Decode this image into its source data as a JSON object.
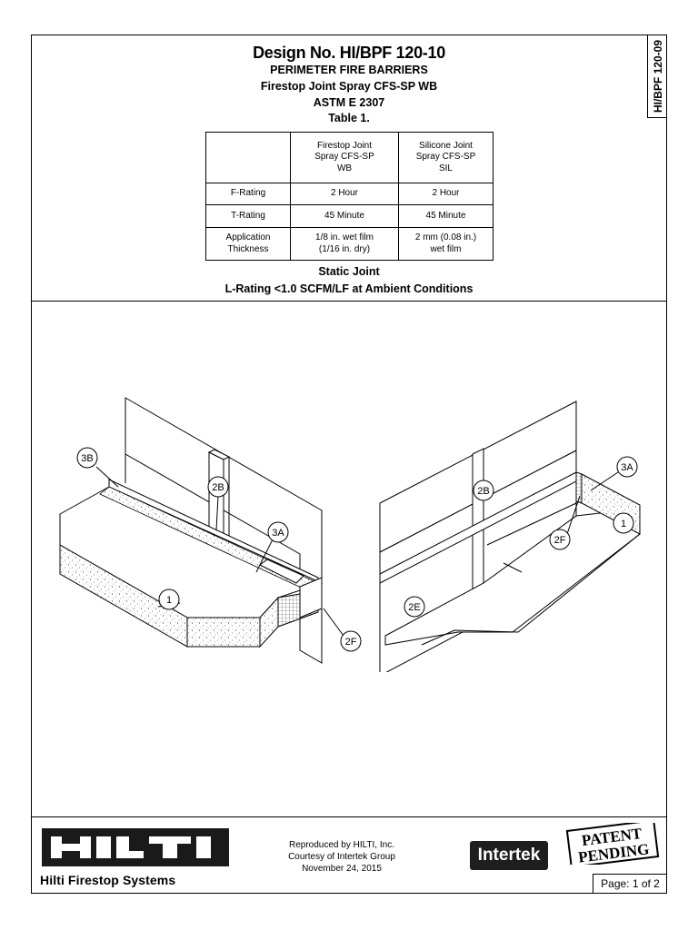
{
  "header": {
    "design_no": "Design No. HI/BPF 120-10",
    "category": "PERIMETER FIRE BARRIERS",
    "product": "Firestop Joint Spray CFS-SP WB",
    "standard": "ASTM E 2307",
    "table_title": "Table 1."
  },
  "side_tab": "HI/BPF 120-09",
  "ratings_table": {
    "columns": [
      "",
      "Firestop Joint Spray CFS-SP WB",
      "Silicone Joint Spray CFS-SP SIL"
    ],
    "col1_lines": [
      "Firestop Joint",
      "Spray CFS-SP",
      "WB"
    ],
    "col2_lines": [
      "Silicone Joint",
      "Spray CFS-SP",
      "SIL"
    ],
    "rows": [
      {
        "label": "F-Rating",
        "v1": "2 Hour",
        "v2": "2 Hour"
      },
      {
        "label": "T-Rating",
        "v1": "45 Minute",
        "v2": "45 Minute"
      },
      {
        "label_lines": [
          "Application",
          "Thickness"
        ],
        "v1_lines": [
          "1/8 in. wet film",
          "(1/16 in. dry)"
        ],
        "v2_lines": [
          "2 mm (0.08 in.)",
          "wet film"
        ]
      }
    ]
  },
  "joint": {
    "type": "Static Joint",
    "l_rating": "L-Rating <1.0 SCFM/LF at Ambient Conditions"
  },
  "drawing": {
    "callouts_left": [
      "3B",
      "2B",
      "3A",
      "1",
      "2F"
    ],
    "callouts_right": [
      "2B",
      "3A",
      "2F",
      "1",
      "2E"
    ]
  },
  "footer": {
    "logo_text": "HILTI",
    "brand": "Hilti Firestop Systems",
    "repro_lines": [
      "Reproduced by HILTI, Inc.",
      "Courtesy of  Intertek Group",
      "November 24, 2015"
    ],
    "intertek": "Intertek",
    "stamp_lines": [
      "PATENT",
      "PENDING"
    ],
    "page": "Page: 1 of 2"
  }
}
